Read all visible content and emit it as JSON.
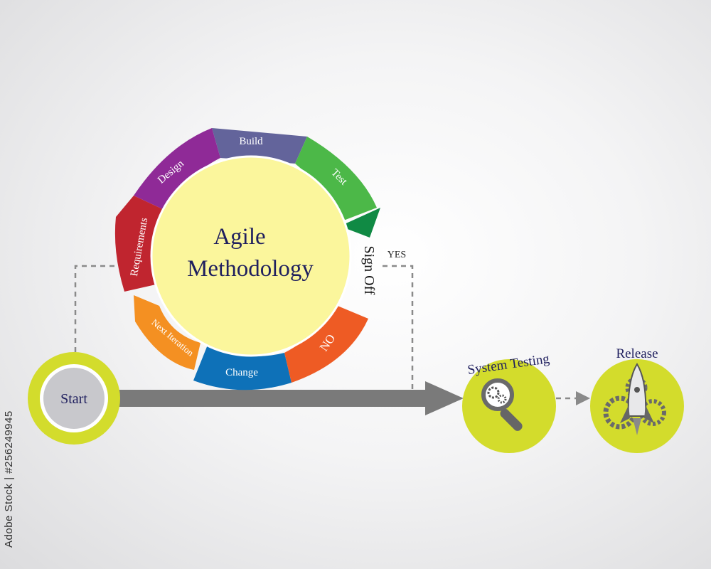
{
  "center": {
    "line1": "Agile",
    "line2": "Methodology"
  },
  "segments": {
    "requirements": "Requirements",
    "design": "Design",
    "build": "Build",
    "test": "Test",
    "no": "NO",
    "change": "Change",
    "next_iteration": "Next Iteration"
  },
  "sign_off": "Sign Off",
  "yes": "YES",
  "start": "Start",
  "system_testing": "System Testing",
  "release": "Release",
  "stock_id": "Adobe Stock | #256249945",
  "icons": {
    "system_testing": "magnifier-gears-icon",
    "release": "rocket-gears-icon"
  },
  "colors": {
    "requirements": "#c0252f",
    "design": "#8f2a97",
    "build": "#63649b",
    "test": "#4cb848",
    "test_arrow": "#108a44",
    "no": "#ee5b24",
    "change": "#0e71b8",
    "next_iteration": "#f49022",
    "center": "#fbf69c",
    "node_ring": "#d3dc2c",
    "node_inner": "#c8c8cc"
  }
}
